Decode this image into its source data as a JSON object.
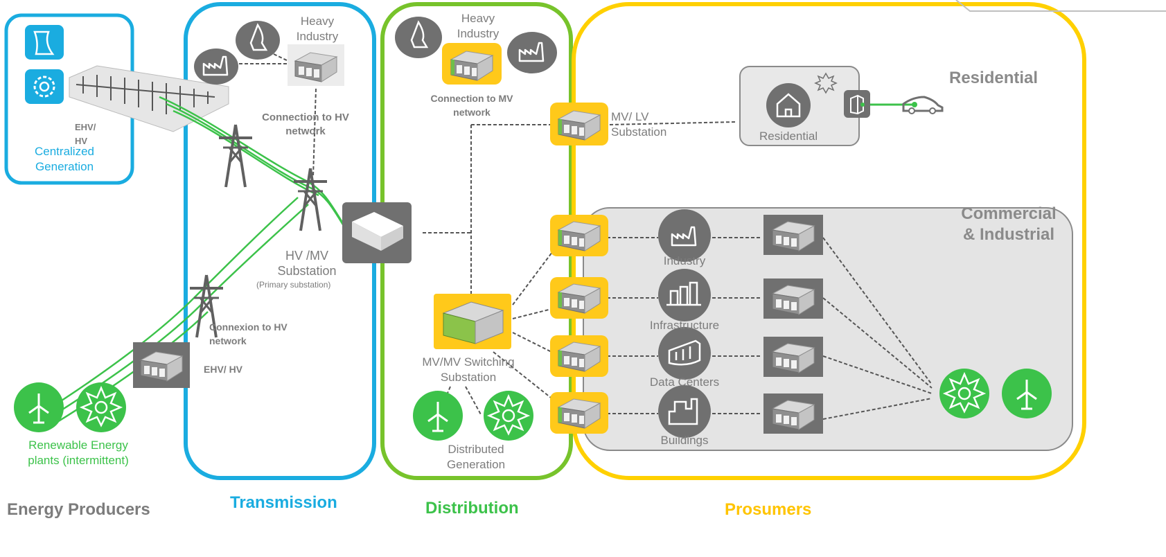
{
  "colors": {
    "producers_blue": "#1aace0",
    "transmission_blue": "#1aace0",
    "distribution_green": "#77c32b",
    "prosumers_yellow": "#ffd000",
    "renewable_green": "#3cc24a",
    "substation_yellow": "#ffc91a",
    "gray_icon": "#707070"
  },
  "producers": {
    "centralized_label": "Centralized Generation",
    "ehv_hv_label": "EHV/ HV",
    "ehv_hv_sub_label": "EHV/ HV",
    "renewable_label": "Renewable Energy plants (intermittent)",
    "footer": "Energy Producers",
    "icons": [
      "nuclear-plant-icon",
      "gear-icon",
      "wind-turbine-icon",
      "solar-icon"
    ]
  },
  "transmission": {
    "heavy_industry_label": "Heavy Industry",
    "connection_hv_label": "Connection to HV network",
    "hv_mv_label": "HV /MV Substation",
    "primary_label": "(Primary substation)",
    "connexion_label": "Connexion to HV network",
    "footer": "Transmission",
    "icons": [
      "flame-icon",
      "factory-icon",
      "substation-icon",
      "pylon-icon"
    ]
  },
  "distribution": {
    "heavy_industry_label": "Heavy Industry",
    "connection_mv_label": "Connection to MV network",
    "switching_label": "MV/MV Switching Substation",
    "distributed_label": "Distributed Generation",
    "footer": "Distribution",
    "icons": [
      "flame-icon",
      "factory-icon",
      "substation-icon",
      "wind-turbine-icon",
      "solar-icon"
    ]
  },
  "prosumers": {
    "mv_lv_label": "MV/ LV Substation",
    "residential_title": "Residential",
    "residential_label": "Residential",
    "commercial_title": "Commercial & Industrial",
    "rows": [
      {
        "label": "Industry",
        "icon": "factory-icon"
      },
      {
        "label": "Infrastructure",
        "icon": "infrastructure-icon"
      },
      {
        "label": "Data Centers",
        "icon": "data-center-icon"
      },
      {
        "label": "Buildings",
        "icon": "building-icon"
      }
    ],
    "footer": "Prosumers",
    "icons": [
      "house-icon",
      "ev-charger-icon",
      "electric-car-icon",
      "solar-icon",
      "wind-turbine-icon"
    ]
  }
}
